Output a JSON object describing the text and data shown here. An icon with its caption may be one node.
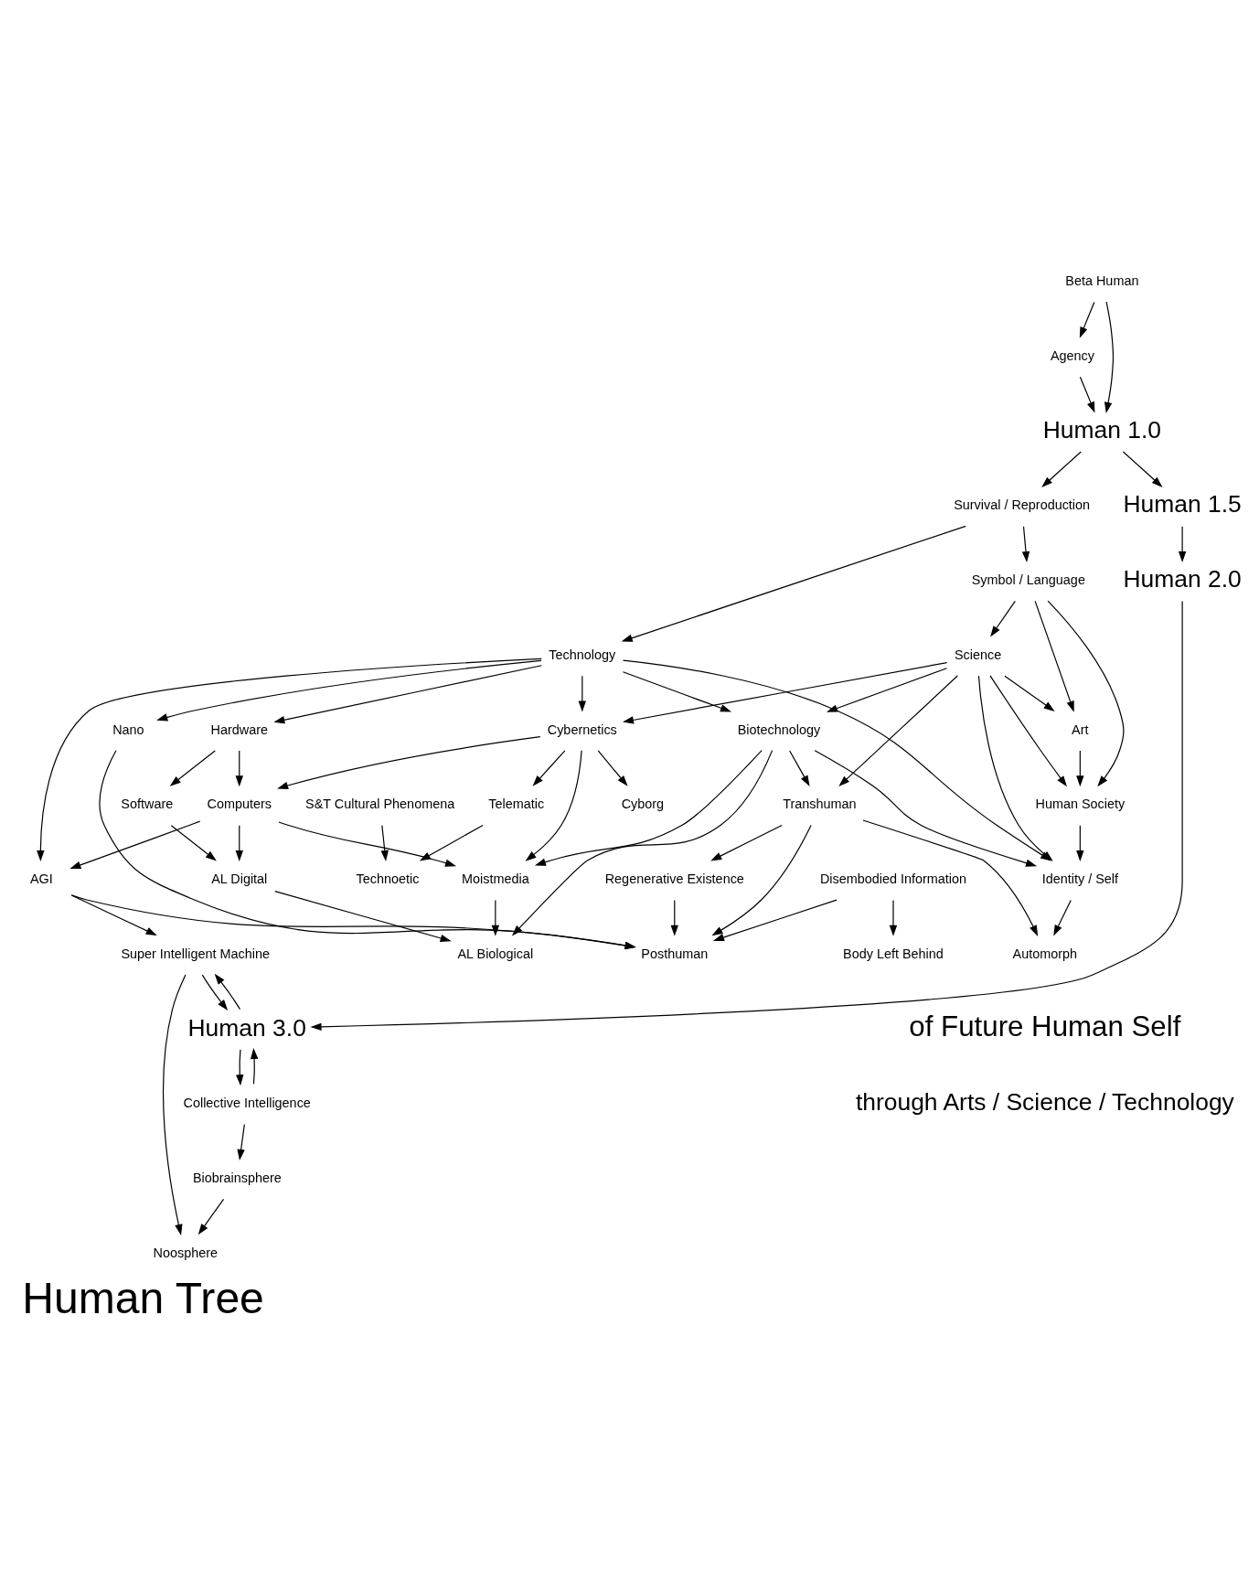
{
  "diagram": {
    "title": "Human Tree",
    "nodes": [
      {
        "text": [
          "Beta Human"
        ]
      },
      {
        "text": [
          "Agency"
        ]
      },
      {
        "text": [
          "Human 1.0"
        ]
      },
      {
        "text": [
          "Survival / Reproduction"
        ]
      },
      {
        "text": [
          "Human 1.5"
        ]
      },
      {
        "text": [
          "Symbol / Language"
        ]
      },
      {
        "text": [
          "Human 2.0"
        ]
      },
      {
        "text": [
          "Science"
        ]
      },
      {
        "text": [
          "Technology"
        ]
      },
      {
        "text": [
          "Art"
        ]
      },
      {
        "text": [
          "Biotechnology"
        ]
      },
      {
        "text": [
          "Nano"
        ]
      },
      {
        "text": [
          "Cybernetics"
        ]
      },
      {
        "text": [
          "Hardware"
        ]
      },
      {
        "text": [
          "Human Society"
        ]
      },
      {
        "text": [
          "Transhuman"
        ]
      },
      {
        "text": [
          "Cyborg"
        ]
      },
      {
        "text": [
          "Computers"
        ]
      },
      {
        "text": [
          "Software"
        ]
      },
      {
        "text": [
          "Telematic"
        ]
      },
      {
        "text": [
          "S&T Cultural Phenomena"
        ]
      },
      {
        "text": [
          "Identity / Self"
        ]
      },
      {
        "text": [
          "Disembodied Information"
        ]
      },
      {
        "text": [
          "Regenerative Existence"
        ]
      },
      {
        "text": [
          "Moistmedia"
        ]
      },
      {
        "text": [
          "AGI"
        ]
      },
      {
        "text": [
          "AL Digital"
        ]
      },
      {
        "text": [
          "Technoetic"
        ]
      },
      {
        "text": [
          "Automorph"
        ]
      },
      {
        "text": [
          "Body Left Behind"
        ]
      },
      {
        "text": [
          "Posthuman"
        ]
      },
      {
        "text": [
          "AL Biological"
        ]
      },
      {
        "text": [
          "Super Intelligent Machine"
        ]
      },
      {
        "text": [
          "Human 3.0"
        ]
      },
      {
        "text": [
          "Collective Intelligence"
        ]
      },
      {
        "text": [
          "Biobrainsphere"
        ]
      },
      {
        "text": [
          "Noosphere"
        ]
      }
    ],
    "edges": [
      {
        "from": 0,
        "to": 2,
        "arrow": "to"
      },
      {
        "from": 0,
        "to": 1,
        "arrow": "to"
      },
      {
        "from": 1,
        "to": 2,
        "arrow": "to"
      },
      {
        "from": 2,
        "to": 3,
        "arrow": "to"
      },
      {
        "from": 2,
        "to": 4,
        "arrow": "to"
      },
      {
        "from": 3,
        "to": 5,
        "arrow": "to"
      },
      {
        "from": 3,
        "to": 8,
        "arrow": "to"
      },
      {
        "from": 4,
        "to": 6,
        "arrow": "to"
      },
      {
        "from": 5,
        "to": 14,
        "arrow": "to"
      },
      {
        "from": 5,
        "to": 9,
        "arrow": "to"
      },
      {
        "from": 5,
        "to": 7,
        "arrow": "to"
      },
      {
        "from": 7,
        "to": 9,
        "arrow": "to"
      },
      {
        "from": 7,
        "to": 14,
        "arrow": "to"
      },
      {
        "from": 7,
        "to": 21,
        "arrow": "to"
      },
      {
        "from": 7,
        "to": 10,
        "arrow": "to"
      },
      {
        "from": 7,
        "to": 15,
        "arrow": "to"
      },
      {
        "from": 7,
        "to": 12,
        "arrow": "to"
      },
      {
        "from": 8,
        "to": 21,
        "arrow": "to"
      },
      {
        "from": 8,
        "to": 10,
        "arrow": "to"
      },
      {
        "from": 8,
        "to": 11,
        "arrow": "to"
      },
      {
        "from": 8,
        "to": 12,
        "arrow": "to"
      },
      {
        "from": 8,
        "to": 25,
        "arrow": "to"
      },
      {
        "from": 8,
        "to": 13,
        "arrow": "to"
      },
      {
        "from": 9,
        "to": 14,
        "arrow": "to"
      },
      {
        "from": 10,
        "to": 21,
        "arrow": "to"
      },
      {
        "from": 10,
        "to": 15,
        "arrow": "to"
      },
      {
        "from": 10,
        "to": 31,
        "arrow": "to"
      },
      {
        "from": 10,
        "to": 24,
        "arrow": "to"
      },
      {
        "from": 11,
        "to": 30,
        "arrow": "to"
      },
      {
        "from": 12,
        "to": 16,
        "arrow": "to"
      },
      {
        "from": 12,
        "to": 24,
        "arrow": "to"
      },
      {
        "from": 12,
        "to": 17,
        "arrow": "to"
      },
      {
        "from": 12,
        "to": 19,
        "arrow": "to"
      },
      {
        "from": 13,
        "to": 17,
        "arrow": "to"
      },
      {
        "from": 13,
        "to": 18,
        "arrow": "to"
      },
      {
        "from": 14,
        "to": 21,
        "arrow": "to"
      },
      {
        "from": 15,
        "to": 28,
        "arrow": "to"
      },
      {
        "from": 15,
        "to": 23,
        "arrow": "to"
      },
      {
        "from": 15,
        "to": 30,
        "arrow": "to"
      },
      {
        "from": 17,
        "to": 24,
        "arrow": "to"
      },
      {
        "from": 17,
        "to": 25,
        "arrow": "to"
      },
      {
        "from": 17,
        "to": 26,
        "arrow": "to"
      },
      {
        "from": 18,
        "to": 26,
        "arrow": "to"
      },
      {
        "from": 19,
        "to": 27,
        "arrow": "to"
      },
      {
        "from": 20,
        "to": 27,
        "arrow": "to"
      },
      {
        "from": 21,
        "to": 28,
        "arrow": "to"
      },
      {
        "from": 22,
        "to": 29,
        "arrow": "to"
      },
      {
        "from": 22,
        "to": 30,
        "arrow": "to"
      },
      {
        "from": 23,
        "to": 30,
        "arrow": "to"
      },
      {
        "from": 24,
        "to": 31,
        "arrow": "to"
      },
      {
        "from": 25,
        "to": 30,
        "arrow": "to"
      },
      {
        "from": 25,
        "to": 32,
        "arrow": "to"
      },
      {
        "from": 26,
        "to": 31,
        "arrow": "to"
      },
      {
        "from": 6,
        "to": 33,
        "arrow": "to"
      },
      {
        "from": 32,
        "to": 33,
        "arrow": "to"
      },
      {
        "from": 33,
        "to": 32,
        "arrow": "to"
      },
      {
        "from": 32,
        "to": 36,
        "arrow": "to"
      },
      {
        "from": 33,
        "to": 34,
        "arrow": "to"
      },
      {
        "from": 34,
        "to": 33,
        "arrow": "to"
      },
      {
        "from": 34,
        "to": 35,
        "arrow": "to"
      },
      {
        "from": 35,
        "to": 36,
        "arrow": "to"
      }
    ],
    "labels": [
      "of Future Human Self",
      "through Arts / Science / Technology"
    ]
  }
}
